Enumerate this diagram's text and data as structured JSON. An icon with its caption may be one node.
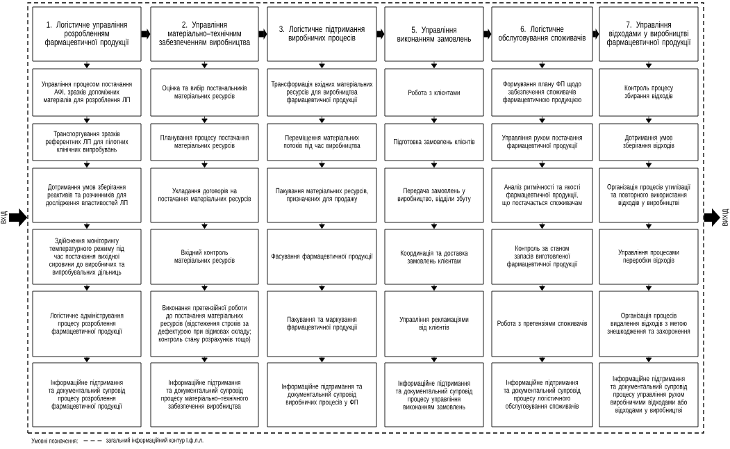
{
  "diagram": {
    "nodes": [
      {
        "text": [],
        "shape": "box"
      },
      {
        "text": [
          "1. Логістичне управління розробленням фармацевтичної продукції"
        ],
        "in": 0
      },
      {
        "text": [
          "Управління процесом постачання АФІ, зразків допоміжних матеріалів для розроблення ЛП"
        ],
        "in": 0
      },
      {
        "text": [
          "Транспортування зразків референтних ЛП для пілотних клінічних випробувань"
        ],
        "in": 0
      },
      {
        "text": [
          "Дотримання умов зберігання реактивів та розчинників для дослідження властивостей ЛП"
        ],
        "in": 0
      },
      {
        "text": [
          "Здійснення моніторингу температурного режиму під час постачання вихідної сировини до виробничих та випробувальних дільниць"
        ],
        "in": 0
      },
      {
        "text": [
          "Логістичне адміністрування процесу розроблення фармацевтичної продукції"
        ],
        "in": 0
      },
      {
        "text": [
          "Інформаційне підтримання та документальний супровід процесу розроблення фармацевтичної продукції"
        ],
        "in": 0
      },
      {
        "text": [
          "2. Управління матеріально–технічним забезпеченням виробництва"
        ],
        "in": 0
      },
      {
        "text": [
          "Оцінка та вибір постачальників матеріальних ресурсів"
        ],
        "in": 0
      },
      {
        "text": [
          "Планування процесу постачання матеріальних ресурсів"
        ],
        "in": 0
      },
      {
        "text": [
          "Укладання договорів на постачання матеріальних ресурсів"
        ],
        "in": 0
      },
      {
        "text": [
          "Вхідний контроль матеріальних ресурсів"
        ],
        "in": 0
      },
      {
        "text": [
          "Виконання претензійної роботи до постачання матеріальних ресурсів (відстеження строків за дефектурою при відмовах складу; контроль стану розрахунків тощо)"
        ],
        "in": 0
      },
      {
        "text": [
          "Інформаційне підтримання та документальний супровід процесу матеріально–технічного забезпечення виробництва"
        ],
        "in": 0
      },
      {
        "text": [
          "3. Логістичне підтримання виробничих процесів"
        ],
        "in": 0
      },
      {
        "text": [
          "Трансформація вхідних матеріальних ресурсів для виробництва фармацевтичної продукції"
        ],
        "in": 0
      },
      {
        "text": [
          "Переміщення матеріальних потоків під час виробництва"
        ],
        "in": 0
      },
      {
        "text": [
          "Пакування матеріальних ресурсів, призначених для продажу"
        ],
        "in": 0
      },
      {
        "text": [
          "Фасування фармацевтичної продукції"
        ],
        "in": 0
      },
      {
        "text": [
          "Пакування та маркування фармацевтичної продукції"
        ],
        "in": 0
      },
      {
        "text": [
          "Інформаційне підтримання та документальний супровід виробничих процесів у ФП"
        ],
        "in": 0
      },
      {
        "text": [
          "5. Управління виконанням замовлень"
        ],
        "in": 0
      },
      {
        "text": [
          "Робота з клієнтами"
        ],
        "in": 0
      },
      {
        "text": [
          "Підготовка замовлень клієнтів"
        ],
        "in": 0
      },
      {
        "text": [
          "Передача замовлень у виробництво, відділи збуту"
        ],
        "in": 0
      },
      {
        "text": [
          "Координація та доставка замовлень клієнтам"
        ],
        "in": 0
      },
      {
        "text": [
          "Управління рекламаціями від клієнтів"
        ],
        "in": 0
      },
      {
        "text": [
          "Інформаційне підтримання та документальний супровід процесу управління виконанням замовлень"
        ],
        "in": 0
      },
      {
        "text": [
          "6. Логістичне обслуговування споживачів"
        ],
        "in": 0
      },
      {
        "text": [
          "Формування плану ФП щодо забезпечення споживачів фармацевтичною продукцією"
        ],
        "in": 0
      },
      {
        "text": [
          "Управління рухом постачання фармацевтичної продукції"
        ],
        "in": 0
      },
      {
        "text": [
          "Аналіз ритмічності та якості фармацевтичної продукції, що постачається споживачам"
        ],
        "in": 0
      },
      {
        "text": [
          "Контроль за станом запасів виготовленої фармацевтичної продукції"
        ],
        "in": 0
      },
      {
        "text": [
          "Робота з претензіями споживачів"
        ],
        "in": 0
      },
      {
        "text": [
          "Інформаційне підтримання та документальний супровід процесу логістичного обслуговування споживачів"
        ],
        "in": 0
      },
      {
        "text": [
          "7. Управління відходами у виробництві фармацевтичної продукції"
        ],
        "in": 0
      },
      {
        "text": [
          "Контроль процесу збирання відходів"
        ],
        "in": 0
      },
      {
        "text": [
          "Дотримання умов зберігання відходів"
        ],
        "in": 0
      },
      {
        "text": [
          "Організація процесів утилізації та повторного використання відходів у виробництві"
        ],
        "in": 0
      },
      {
        "text": [
          "Управління процесами переробки відходів"
        ],
        "in": 0
      },
      {
        "text": [
          "Організація процесів видалення відходів з метою знешкодження та захоронення"
        ],
        "in": 0
      },
      {
        "text": [
          "Інформаційне підтримання та документальний супровід процесу управління рухом виробничими відходами або відходами у виробництві"
        ],
        "in": 0
      }
    ],
    "edges": [
      {
        "from": null,
        "to": 0,
        "arrow": "to",
        "label": "ВХІД",
        "style": "thick"
      },
      {
        "from": 0,
        "to": null,
        "arrow": "to",
        "label": "ВИХІД",
        "style": "thick"
      },
      {
        "from": 1,
        "to": 8,
        "arrow": "to",
        "style": "thick"
      },
      {
        "from": 8,
        "to": 15,
        "arrow": "to",
        "style": "thick"
      },
      {
        "from": 15,
        "to": 22,
        "arrow": "to",
        "style": "thick"
      },
      {
        "from": 22,
        "to": 29,
        "arrow": "to",
        "style": "thick"
      },
      {
        "from": 29,
        "to": 36,
        "arrow": "to",
        "style": "thick"
      },
      {
        "from": 1,
        "to": 2,
        "arrow": "to"
      },
      {
        "from": 2,
        "to": 3,
        "arrow": "to"
      },
      {
        "from": 3,
        "to": 4,
        "arrow": "to"
      },
      {
        "from": 4,
        "to": 5,
        "arrow": "to"
      },
      {
        "from": 5,
        "to": 6,
        "arrow": "to"
      },
      {
        "from": 6,
        "to": 7,
        "arrow": "to"
      },
      {
        "from": 8,
        "to": 9,
        "arrow": "to"
      },
      {
        "from": 9,
        "to": 10,
        "arrow": "to"
      },
      {
        "from": 10,
        "to": 11,
        "arrow": "to"
      },
      {
        "from": 11,
        "to": 12,
        "arrow": "to"
      },
      {
        "from": 12,
        "to": 13,
        "arrow": "to"
      },
      {
        "from": 13,
        "to": 14,
        "arrow": "to"
      },
      {
        "from": 15,
        "to": 16,
        "arrow": "to"
      },
      {
        "from": 16,
        "to": 17,
        "arrow": "to"
      },
      {
        "from": 17,
        "to": 18,
        "arrow": "to"
      },
      {
        "from": 18,
        "to": 19,
        "arrow": "to"
      },
      {
        "from": 19,
        "to": 20,
        "arrow": "to"
      },
      {
        "from": 20,
        "to": 21,
        "arrow": "to"
      },
      {
        "from": 22,
        "to": 23,
        "arrow": "to"
      },
      {
        "from": 23,
        "to": 24,
        "arrow": "to"
      },
      {
        "from": 24,
        "to": 25,
        "arrow": "to"
      },
      {
        "from": 25,
        "to": 26,
        "arrow": "to"
      },
      {
        "from": 26,
        "to": 27,
        "arrow": "to"
      },
      {
        "from": 27,
        "to": 28,
        "arrow": "to"
      },
      {
        "from": 29,
        "to": 30,
        "arrow": "to"
      },
      {
        "from": 30,
        "to": 31,
        "arrow": "to"
      },
      {
        "from": 31,
        "to": 32,
        "arrow": "to"
      },
      {
        "from": 32,
        "to": 33,
        "arrow": "to"
      },
      {
        "from": 33,
        "to": 34,
        "arrow": "to"
      },
      {
        "from": 34,
        "to": 35,
        "arrow": "to"
      },
      {
        "from": 36,
        "to": 37,
        "arrow": "to"
      },
      {
        "from": 37,
        "to": 38,
        "arrow": "to"
      },
      {
        "from": 38,
        "to": 39,
        "arrow": "to"
      },
      {
        "from": 39,
        "to": 40,
        "arrow": "to"
      },
      {
        "from": 40,
        "to": 41,
        "arrow": "to"
      },
      {
        "from": 41,
        "to": 42,
        "arrow": "to"
      }
    ],
    "labels": [
      "Умовні позначення:"
    ],
    "legend": [
      {
        "text": "загальний інформаційний контур І.ф.л.л."
      }
    ]
  }
}
